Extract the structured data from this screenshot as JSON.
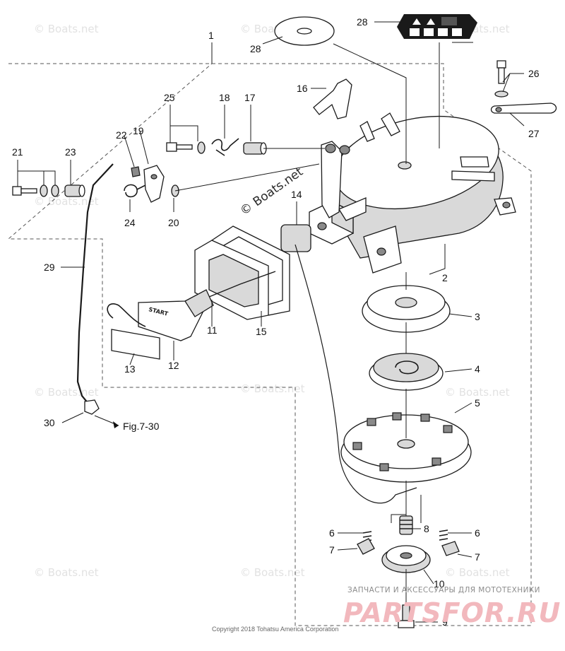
{
  "callouts": {
    "n1": "1",
    "n2": "2",
    "n3": "3",
    "n4": "4",
    "n5": "5",
    "n6a": "6",
    "n6b": "6",
    "n7a": "7",
    "n7b": "7",
    "n8": "8",
    "n9": "9",
    "n10": "10",
    "n11": "11",
    "n12": "12",
    "n13": "13",
    "n14": "14",
    "n15": "15",
    "n16": "16",
    "n17": "17",
    "n18": "18",
    "n19": "19",
    "n20": "20",
    "n21": "21",
    "n22": "22",
    "n23": "23",
    "n24": "24",
    "n25": "25",
    "n26": "26",
    "n27": "27",
    "n28a": "28",
    "n28b": "28",
    "n29": "29",
    "n30": "30"
  },
  "figure_ref": "Fig.7-30",
  "handle_label": "START",
  "watermark": "© Boats.net",
  "copyright": "Copyright 2018 Tohatsu America Corporation",
  "promo": {
    "tagline": "ЗАПЧАСТИ И АКСЕССУАРЫ ДЛЯ МОТОТЕХНИКИ",
    "logo": "PARTSFOR.RU"
  }
}
